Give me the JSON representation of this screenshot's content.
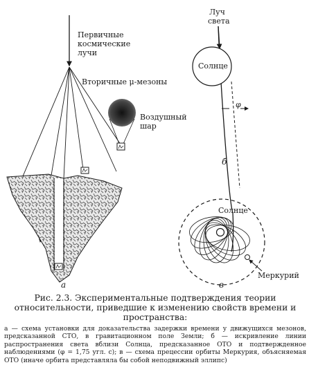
{
  "panel_a": {
    "cosmic_rays_label": [
      "Первичные",
      "космические",
      "лучи"
    ],
    "mesons_label": "Вторичные μ-мезоны",
    "balloon_label": [
      "Воздушный",
      "шар"
    ],
    "letter": "а"
  },
  "panel_b": {
    "ray_label": [
      "Луч",
      "света"
    ],
    "sun_label": "Солнце",
    "angle_label": "φ",
    "letter": "б"
  },
  "panel_c": {
    "sun_label": "Солнце",
    "mercury_label": "Меркурий",
    "letter": "в"
  },
  "caption": {
    "title": "Рис. 2.3. Экспериментальные подтверждения теории относительности, приведшие к изменению свойств времени и пространства:",
    "body": "а — схема установки для доказательства задержки времени у движущихся мезонов, предсказанной СТО, в гравитационном поле Земли; б — искривление линии распространения света вблизи Солнца, предсказанное ОТО и подтвержденное наблюдениями (φ = 1,75 угл. с); в — схема прецессии орбиты Меркурия, объясняемая ОТО (иначе орбита представляла бы собой неподвижный эллипс)"
  }
}
